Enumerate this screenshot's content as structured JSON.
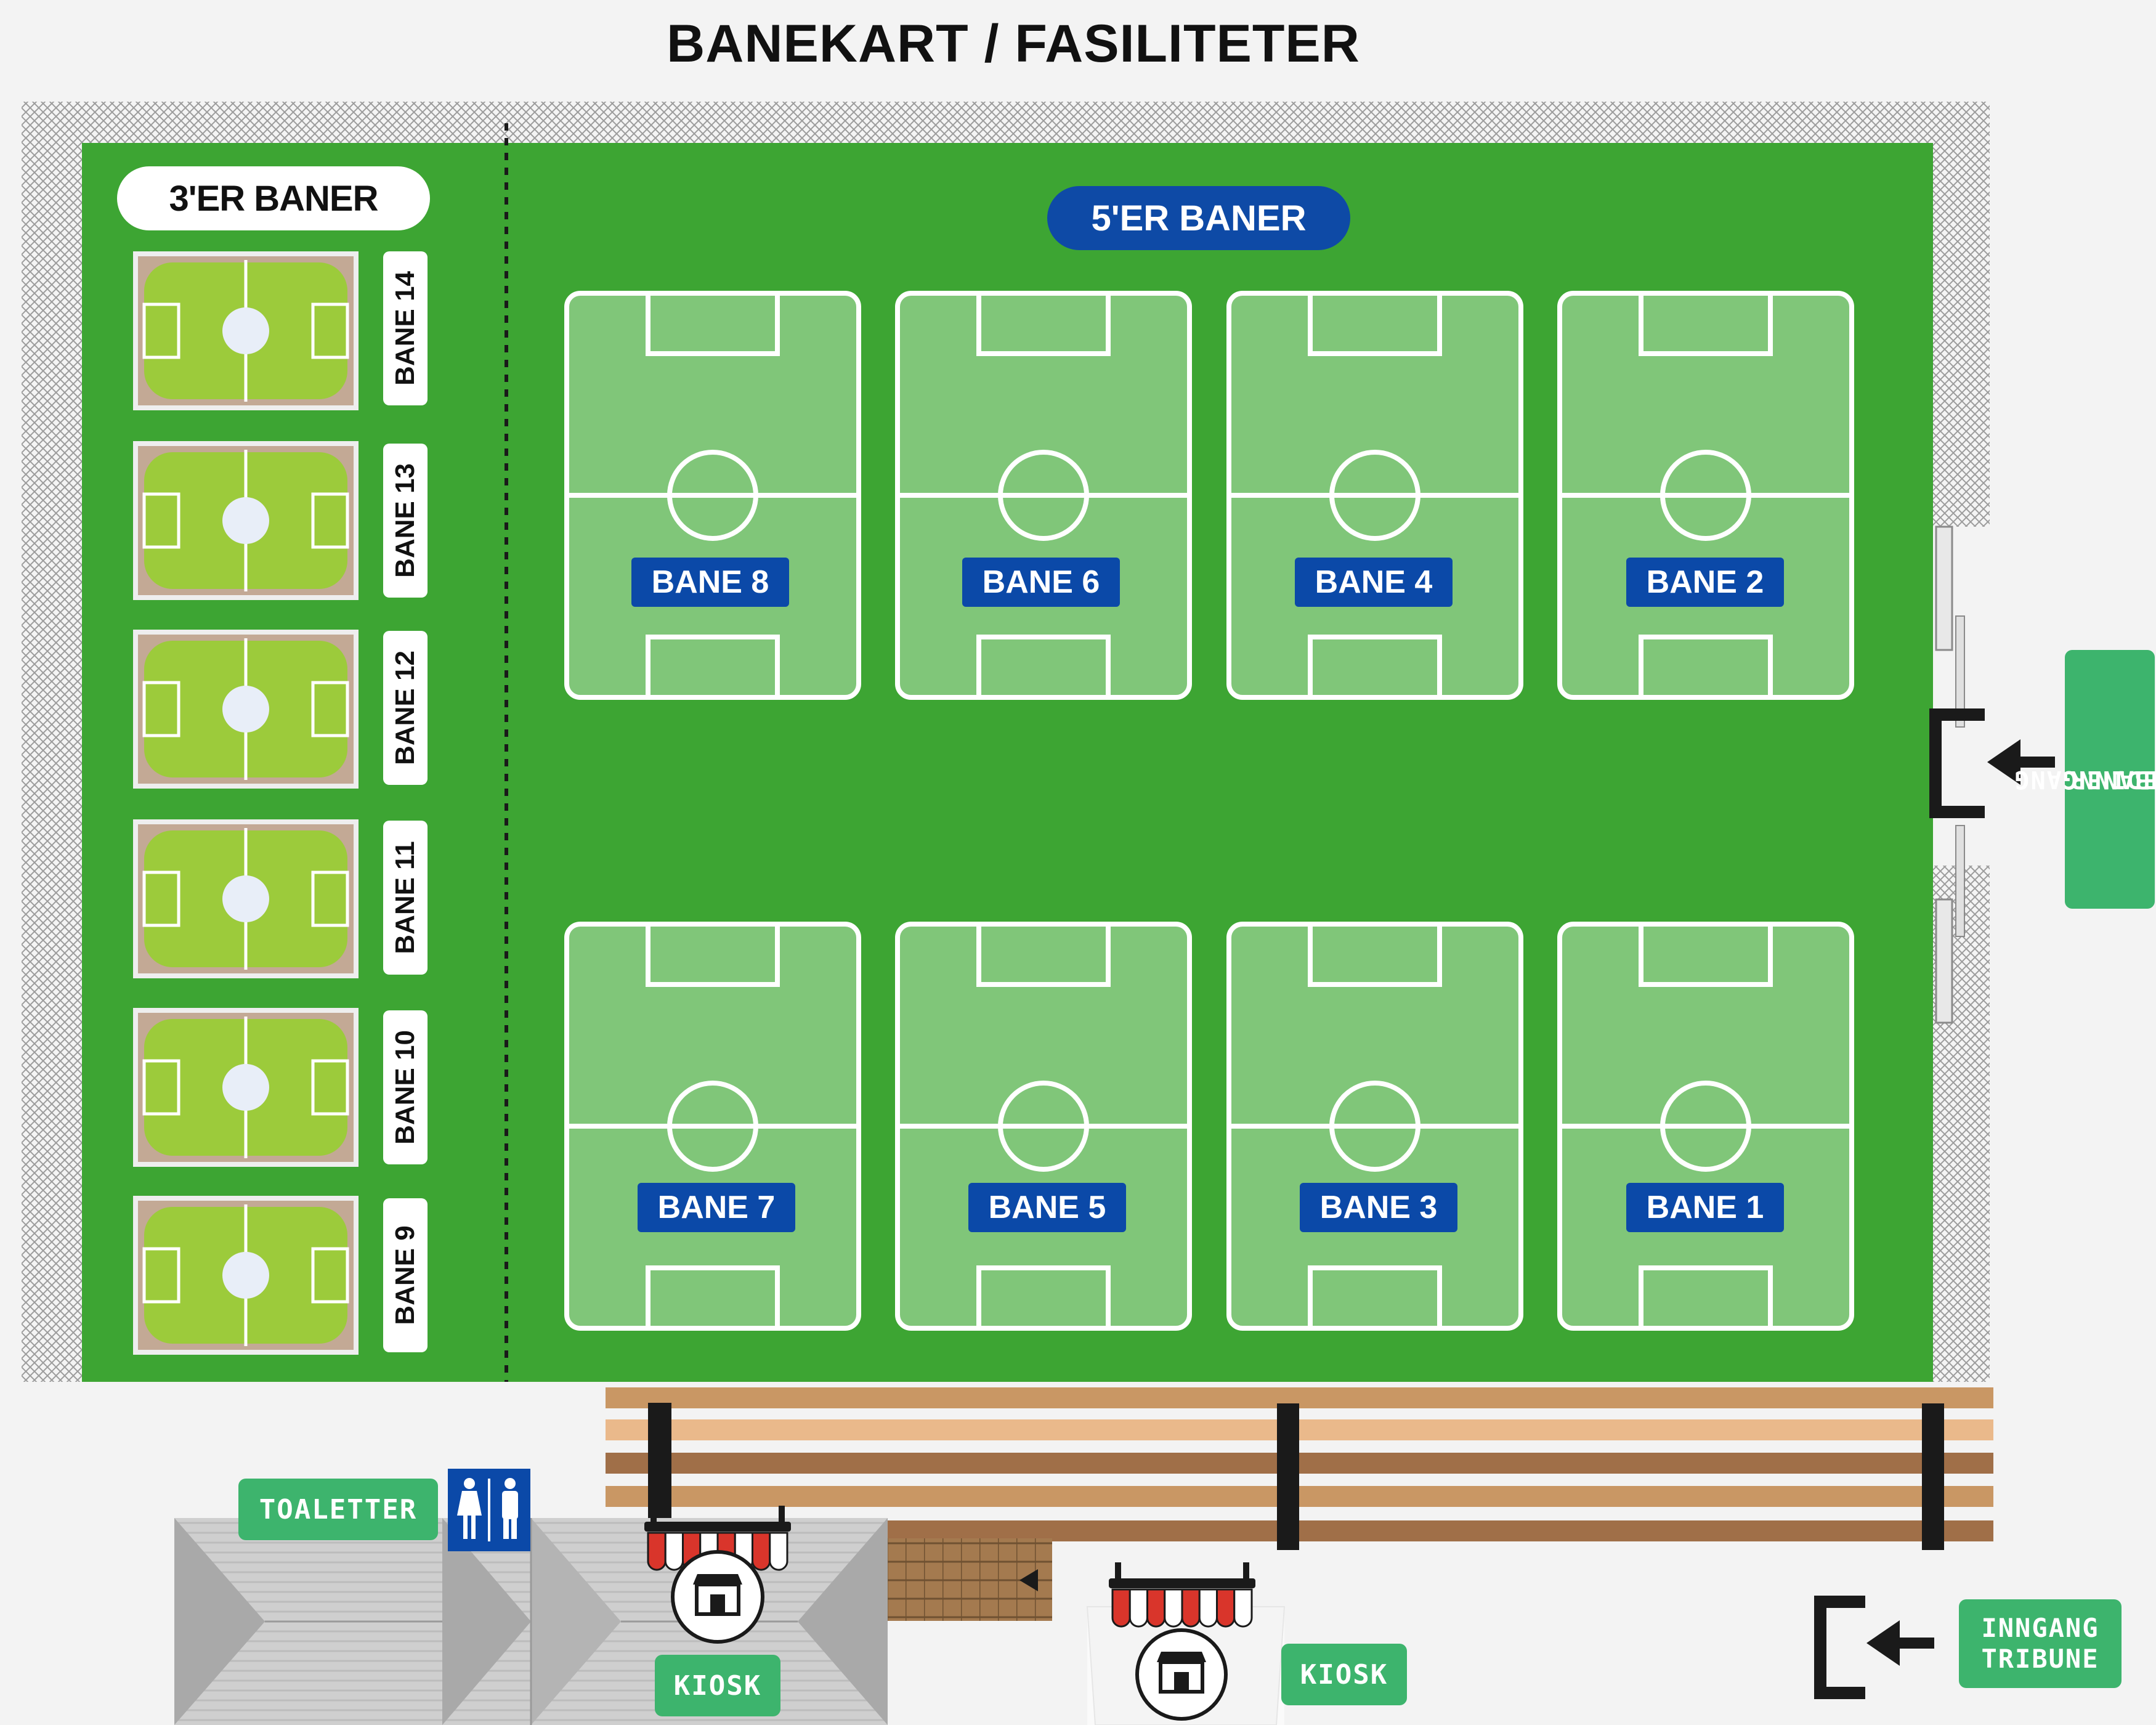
{
  "title": "BANEKART / FASILITETER",
  "zones": {
    "small_pitches_title": "3'ER BANER",
    "large_pitches_title": "5'ER BANER"
  },
  "large_pitches": {
    "top_row": [
      "BANE 8",
      "BANE 6",
      "BANE 4",
      "BANE 2"
    ],
    "bottom_row": [
      "BANE 7",
      "BANE 5",
      "BANE 3",
      "BANE 1"
    ]
  },
  "small_pitches": [
    "BANE 14",
    "BANE 13",
    "BANE 12",
    "BANE 11",
    "BANE 10",
    "BANE 9"
  ],
  "entrances": {
    "main": {
      "line1": "HOVEDINNGANG",
      "line2": "BANER"
    },
    "stand": {
      "line1": "INNGANG",
      "line2": "TRIBUNE"
    }
  },
  "facilities": {
    "toilets": "TOALETTER",
    "kiosk_1": "KIOSK",
    "kiosk_2": "KIOSK"
  },
  "icons": [
    "toilet-icon",
    "shop-icon",
    "entrance-arrow-icon",
    "awning-icon"
  ],
  "colors": {
    "grass": "#3da533",
    "pitch": "#80c679",
    "small_pitch": "#9ccb3b",
    "label_blue": "#0b49a8",
    "label_green": "#3db46d",
    "fence": "#cfcfcf"
  }
}
